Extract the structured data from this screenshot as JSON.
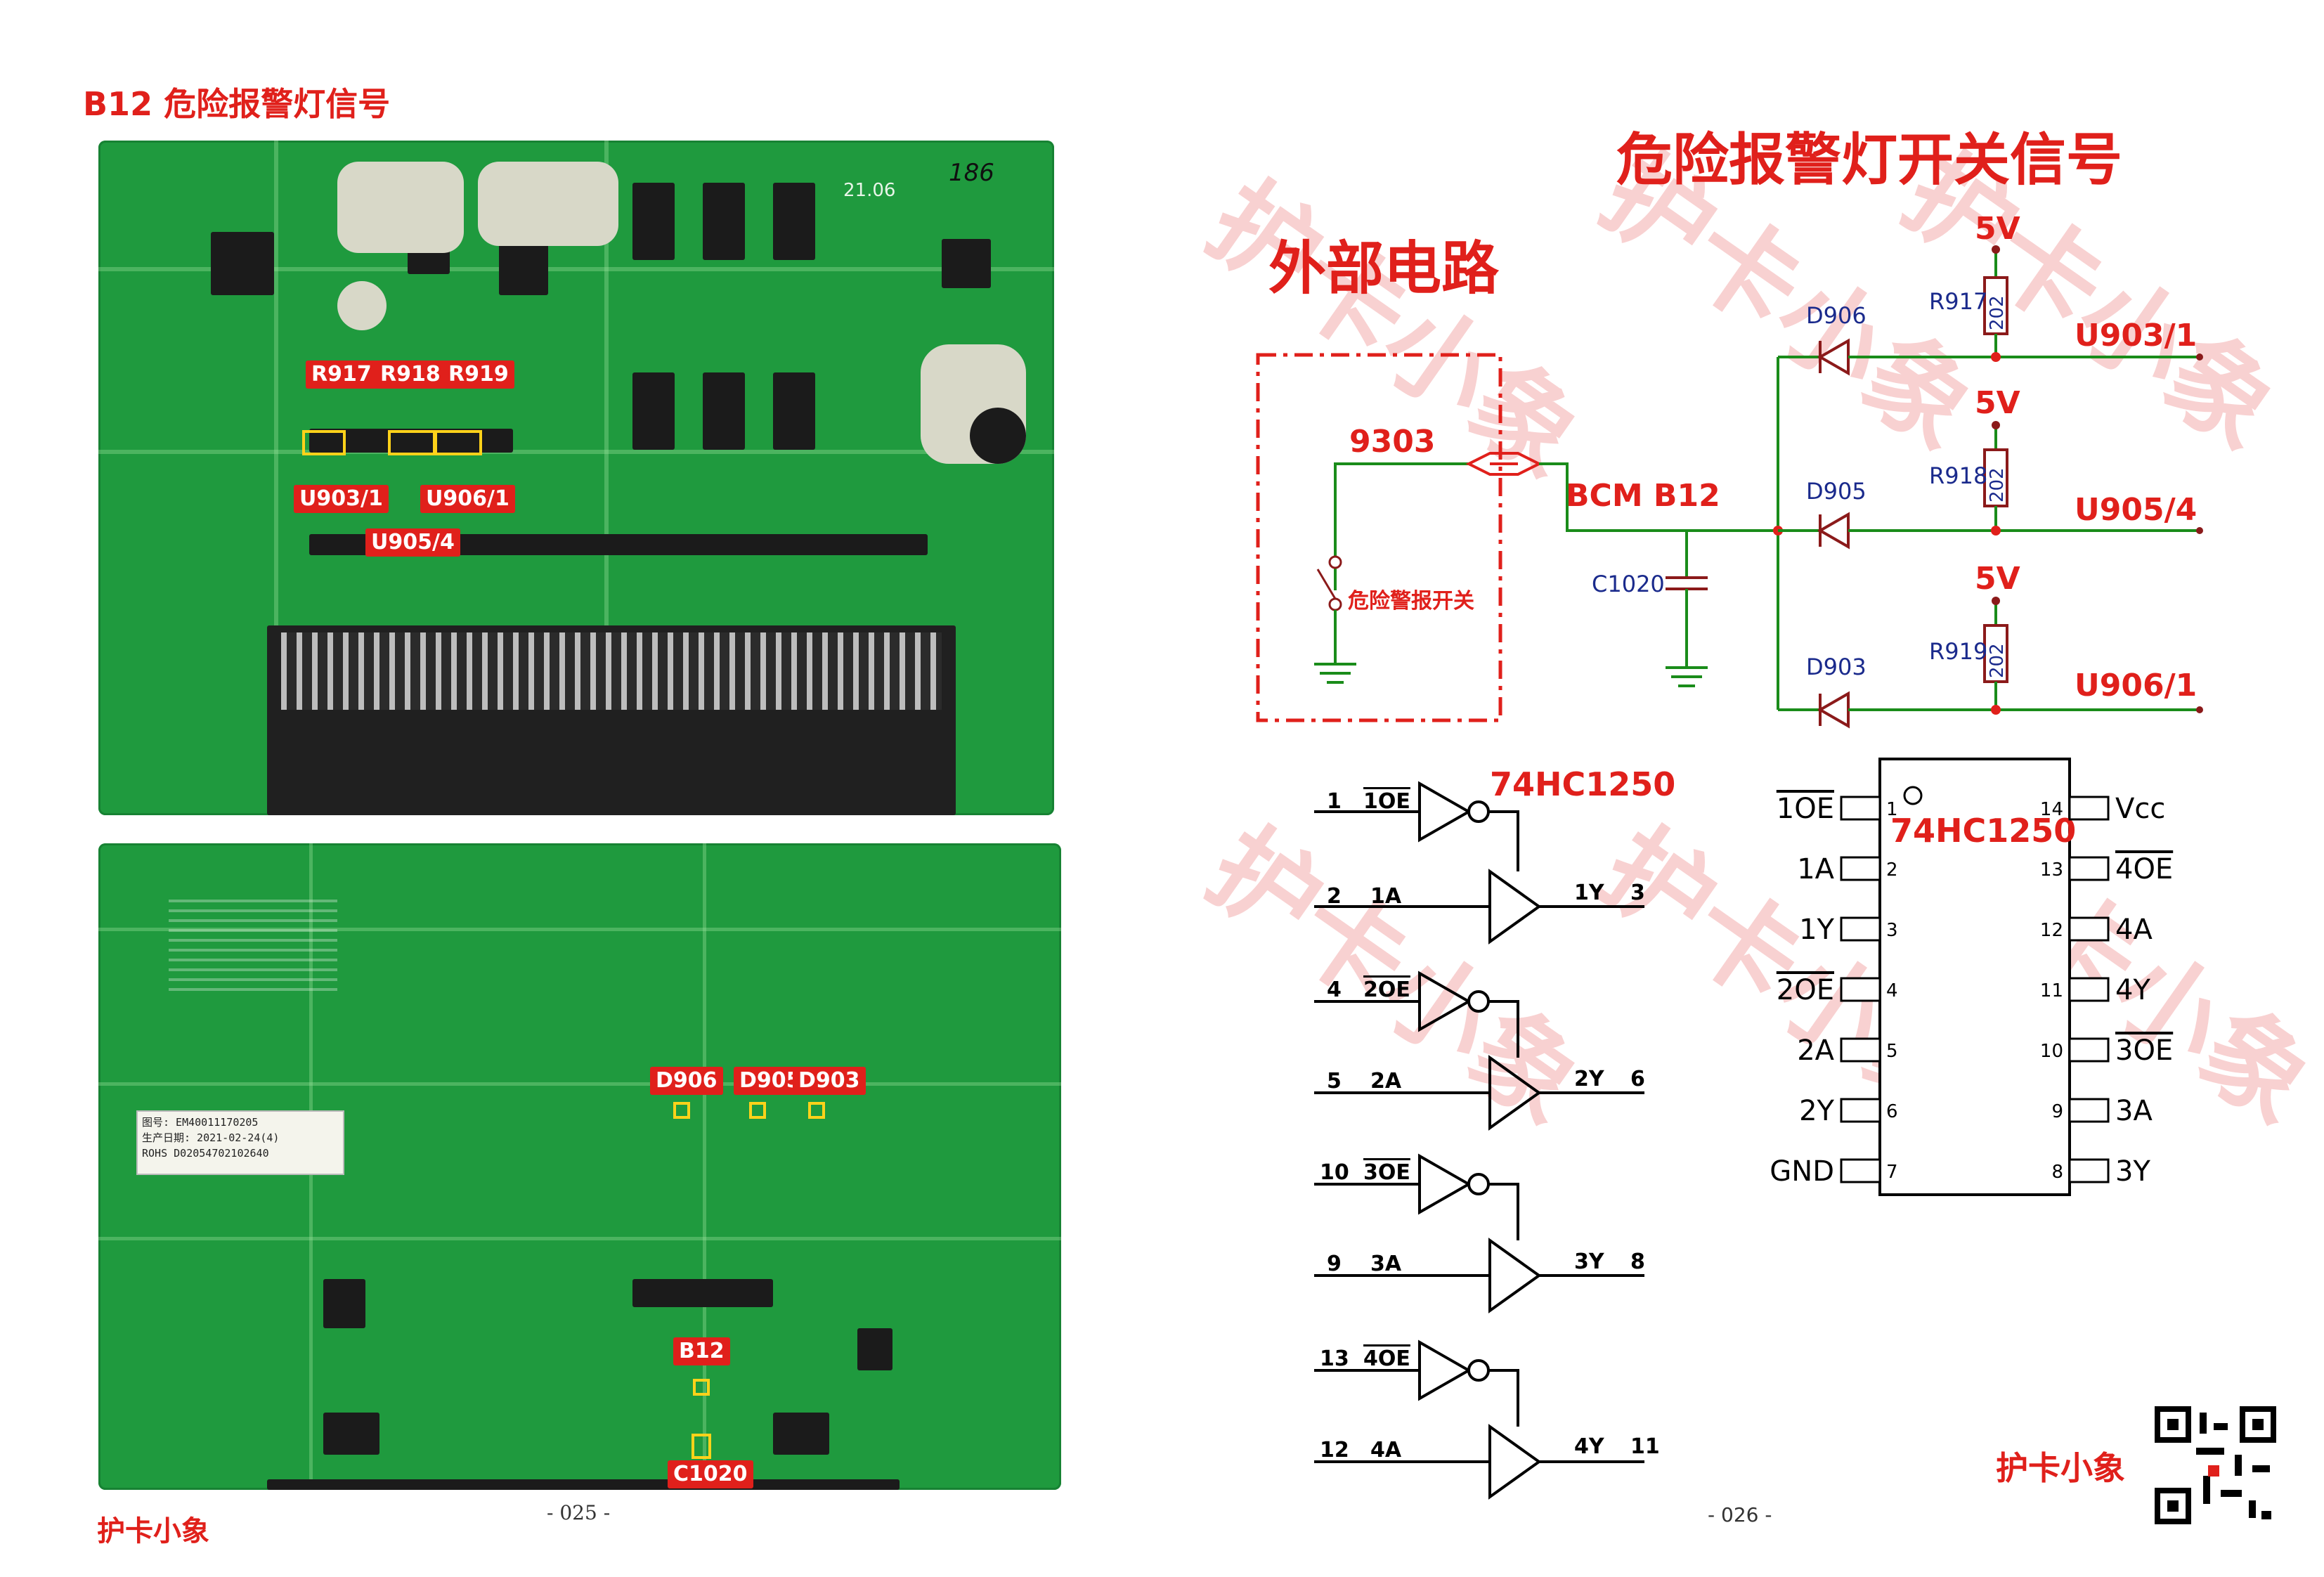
{
  "left_page": {
    "title": "B12 危险报警灯信号",
    "top_board_labels": {
      "r917": "R917",
      "r918": "R918",
      "r919": "R919",
      "u903": "U903/1",
      "u906": "U906/1",
      "u905": "U905/4",
      "silk_handwritten": "186",
      "silk_date": "21.06"
    },
    "bottom_board_labels": {
      "d906": "D906",
      "d905": "D905",
      "d903": "D903",
      "b12": "B12",
      "c1020": "C1020",
      "sticker_line1": "图号: EM40011170205",
      "sticker_line2": "生产日期: 2021-02-24(4)",
      "sticker_line3": "ROHS D02054702102640"
    },
    "brand": "护卡小象",
    "page_number": "- 025 -"
  },
  "right_page": {
    "title": "危险报警灯开关信号",
    "external_circuit_label": "外部电路",
    "net_9303": "9303",
    "switch_label": "危险警报开关",
    "bcm_label": "BCM B12",
    "capacitor": "C1020",
    "diodes": [
      "D906",
      "D905",
      "D903"
    ],
    "resistors": [
      "R917",
      "R918",
      "R919"
    ],
    "resistor_value": "202",
    "supply": "5V",
    "outputs": [
      "U903/1",
      "U905/4",
      "U906/1"
    ],
    "logic_title": "74HC1250",
    "gates": [
      {
        "oe_pin": "1",
        "oe": "1OE",
        "in_pin": "2",
        "in": "1A",
        "out": "1Y",
        "out_pin": "3"
      },
      {
        "oe_pin": "4",
        "oe": "2OE",
        "in_pin": "5",
        "in": "2A",
        "out": "2Y",
        "out_pin": "6"
      },
      {
        "oe_pin": "10",
        "oe": "3OE",
        "in_pin": "9",
        "in": "3A",
        "out": "3Y",
        "out_pin": "8"
      },
      {
        "oe_pin": "13",
        "oe": "4OE",
        "in_pin": "12",
        "in": "4A",
        "out": "4Y",
        "out_pin": "11"
      }
    ],
    "pinout": {
      "title": "74HC1250",
      "left": [
        {
          "num": "1",
          "name": "1OE"
        },
        {
          "num": "2",
          "name": "1A"
        },
        {
          "num": "3",
          "name": "1Y"
        },
        {
          "num": "4",
          "name": "2OE"
        },
        {
          "num": "5",
          "name": "2A"
        },
        {
          "num": "6",
          "name": "2Y"
        },
        {
          "num": "7",
          "name": "GND"
        }
      ],
      "right": [
        {
          "num": "14",
          "name": "Vcc"
        },
        {
          "num": "13",
          "name": "4OE"
        },
        {
          "num": "12",
          "name": "4A"
        },
        {
          "num": "11",
          "name": "4Y"
        },
        {
          "num": "10",
          "name": "3OE"
        },
        {
          "num": "9",
          "name": "3A"
        },
        {
          "num": "8",
          "name": "3Y"
        }
      ]
    },
    "watermark": "护卡小象",
    "brand": "护卡小象",
    "page_number": "- 026 -"
  },
  "colors": {
    "accent_red": "#e0201b",
    "wire_green": "#1a8c1a",
    "diode_dark_red": "#8b1a1a",
    "label_blue": "#1a2a8c",
    "pcb_green": "#1f9a3e",
    "watermark": "#f7c9c9"
  }
}
